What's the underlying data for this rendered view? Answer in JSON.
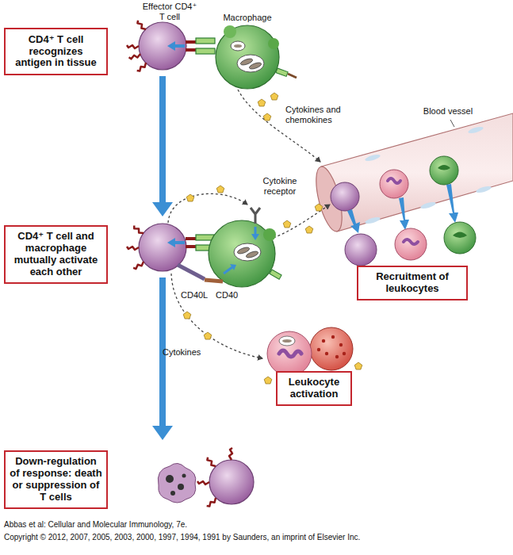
{
  "diagram": {
    "nodes": [
      {
        "text": [
          "CD4⁺ T cell recognizes antigen in tissue"
        ]
      },
      {
        "text": [
          "CD4⁺ T cell and macrophage mutually activate each other"
        ]
      },
      {
        "text": [
          "Recruitment of leukocytes"
        ]
      },
      {
        "text": [
          "Leukocyte activation"
        ]
      },
      {
        "text": [
          "Down-regulation of response: death or suppression of T cells"
        ]
      }
    ],
    "labels": [
      "Effector CD4⁺ T cell",
      "Macrophage",
      "Cytokines and chemokines",
      "Blood vessel",
      "Cytokine receptor",
      "CD40L",
      "CD40",
      "Cytokines",
      "Abbas et al: Cellular and Molecular Immunology, 7e.",
      "Copyright © 2012, 2007, 2005, 2003, 2000, 1997, 1994, 1991 by Saunders, an imprint of Elsevier Inc."
    ]
  }
}
